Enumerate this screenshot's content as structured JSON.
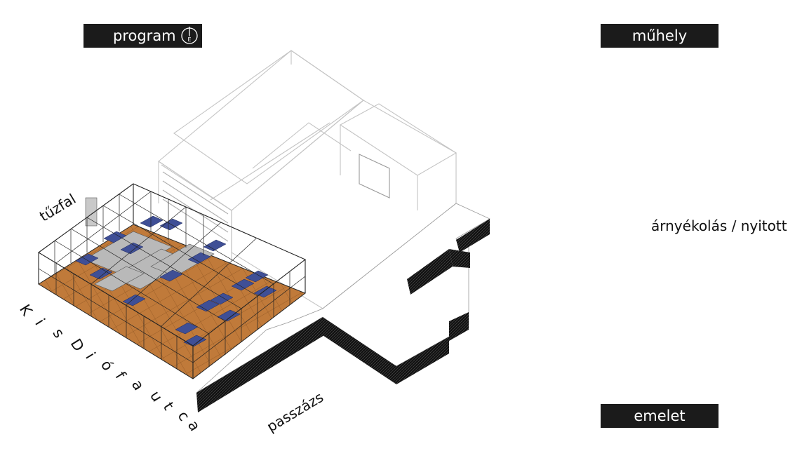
{
  "labels": {
    "program": "program",
    "compass_letter": "É",
    "muhely": "műhely",
    "emelet": "emelet",
    "shading": "árnyékolás / nyitott",
    "firewall": "tűzfal",
    "passage": "passzázs",
    "street_letters": [
      "K",
      "i",
      "s",
      "D",
      "i",
      "ó",
      "f",
      "a",
      "u",
      "t",
      "c",
      "a"
    ]
  },
  "colors": {
    "floor": "#c07a3a",
    "panel": "#3f4f96",
    "frame": "#222222",
    "ghost": "#c4c4c4",
    "box": "#1b1b1b"
  }
}
